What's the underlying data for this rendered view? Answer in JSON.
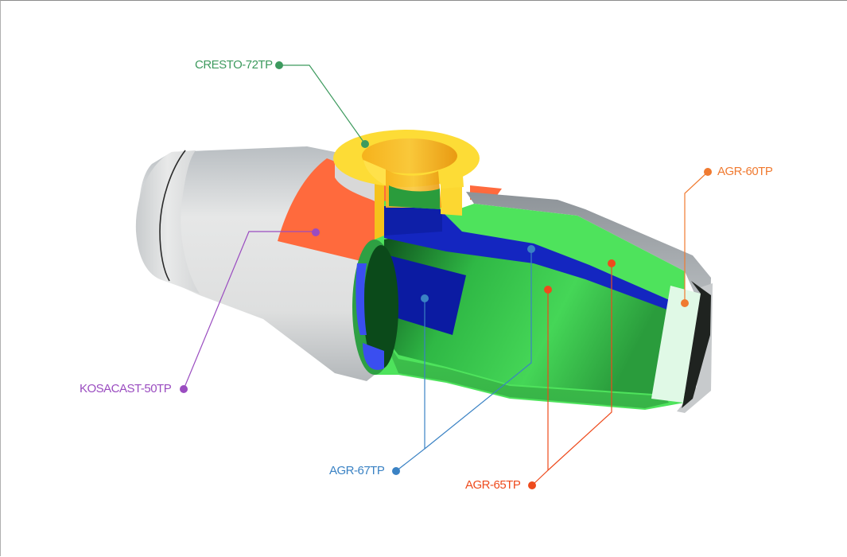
{
  "diagram": {
    "type": "cutaway-illustration",
    "subject": "refractory-lined nozzle / burner block cross-section",
    "callouts": [
      {
        "id": "cresto",
        "label": "CRESTO-72TP",
        "color": "#3d9a5e",
        "part": "yellow top ring / port"
      },
      {
        "id": "agr60",
        "label": "AGR-60TP",
        "color": "#f07a30",
        "part": "pale tip insert"
      },
      {
        "id": "kosacast",
        "label": "KOSACAST-50TP",
        "color": "#9a4cc0",
        "part": "orange outer band"
      },
      {
        "id": "agr67",
        "label": "AGR-67TP",
        "color": "#3a82c4",
        "part": "blue lining layers"
      },
      {
        "id": "agr65",
        "label": "AGR-65TP",
        "color": "#ee4a1c",
        "part": "green inner lining"
      }
    ]
  }
}
